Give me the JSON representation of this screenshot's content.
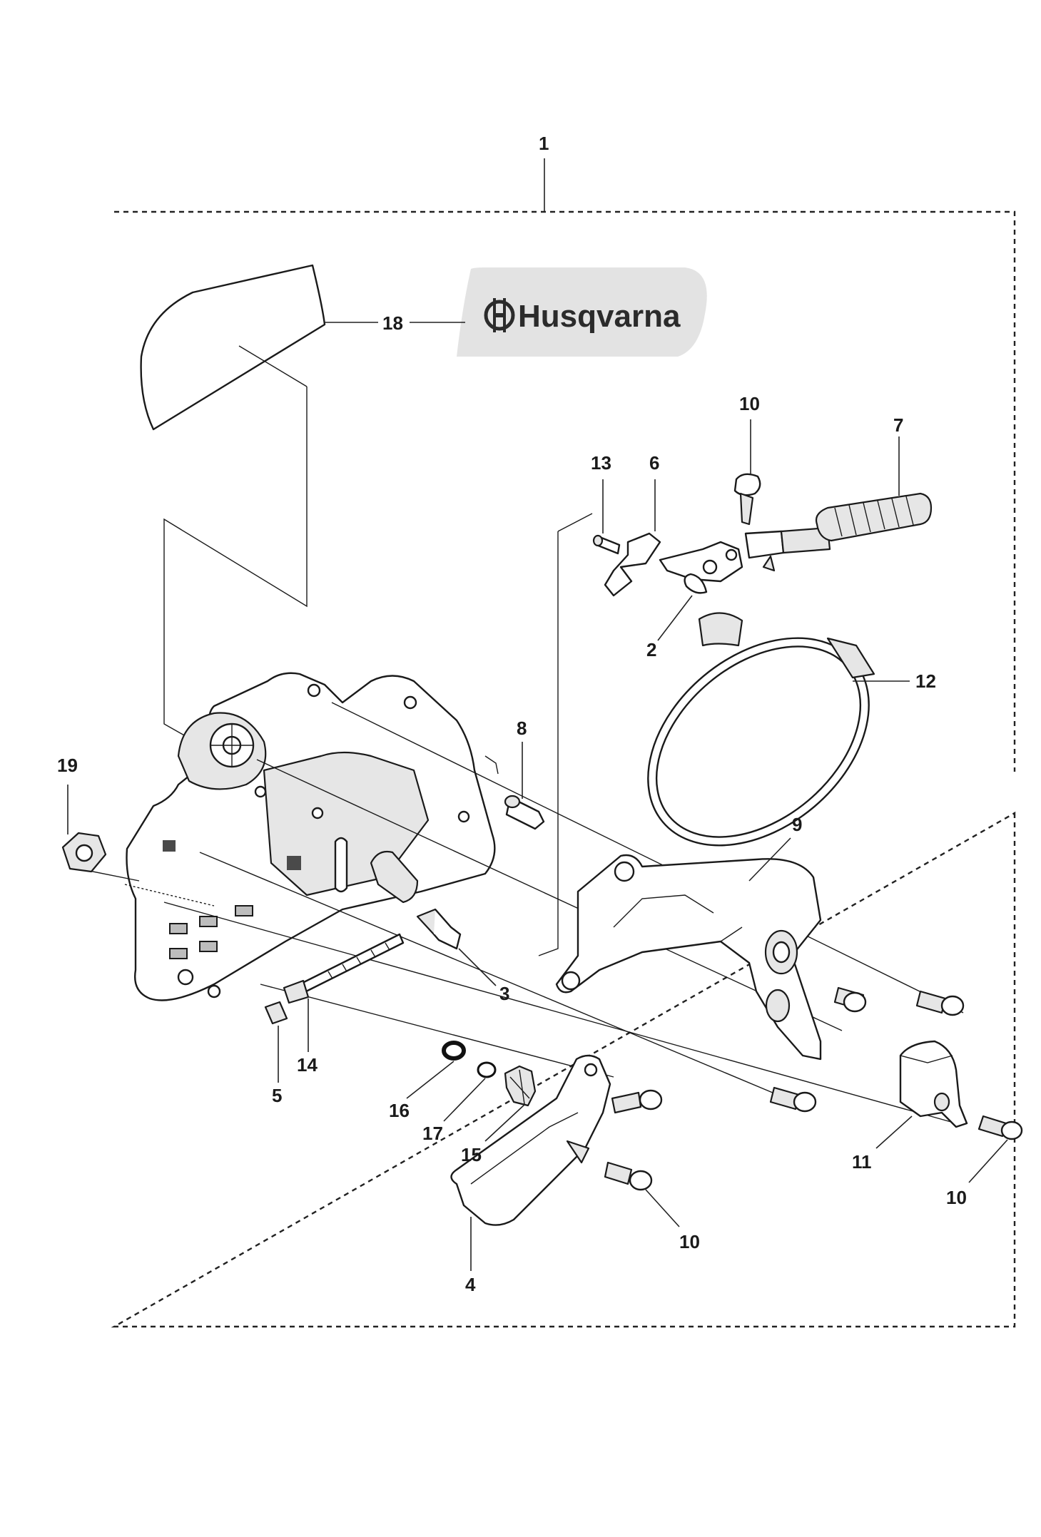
{
  "brand": {
    "name": "Husqvarna",
    "logo_fill": "#e3e3e3",
    "text_color": "#2b2b2b"
  },
  "callouts": [
    {
      "id": "c1",
      "text": "1"
    },
    {
      "id": "c18",
      "text": "18"
    },
    {
      "id": "c10a",
      "text": "10"
    },
    {
      "id": "c7",
      "text": "7"
    },
    {
      "id": "c13",
      "text": "13"
    },
    {
      "id": "c6",
      "text": "6"
    },
    {
      "id": "c2",
      "text": "2"
    },
    {
      "id": "c12",
      "text": "12"
    },
    {
      "id": "c8",
      "text": "8"
    },
    {
      "id": "c19",
      "text": "19"
    },
    {
      "id": "c9",
      "text": "9"
    },
    {
      "id": "c3",
      "text": "3"
    },
    {
      "id": "c14",
      "text": "14"
    },
    {
      "id": "c5",
      "text": "5"
    },
    {
      "id": "c16",
      "text": "16"
    },
    {
      "id": "c17",
      "text": "17"
    },
    {
      "id": "c15",
      "text": "15"
    },
    {
      "id": "c10b",
      "text": "10"
    },
    {
      "id": "c4",
      "text": "4"
    },
    {
      "id": "c11",
      "text": "11"
    },
    {
      "id": "c10c",
      "text": "10"
    }
  ]
}
